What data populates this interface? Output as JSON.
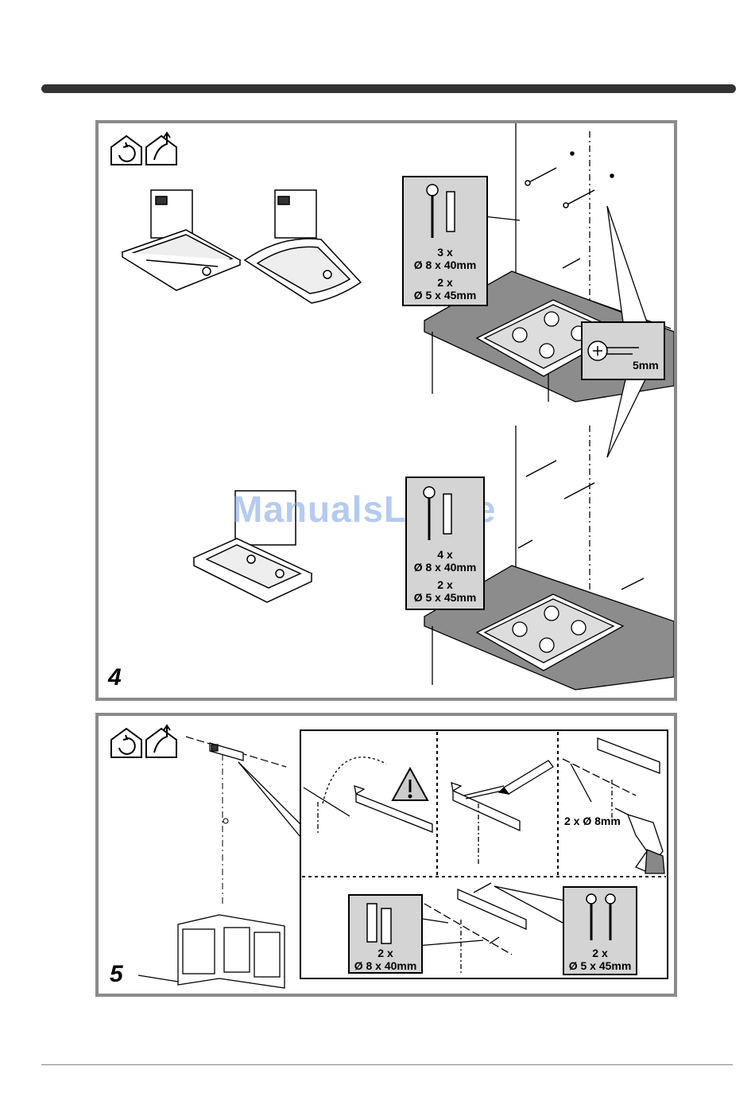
{
  "watermark": "ManualsLib.de",
  "step4": {
    "number": "4",
    "box_top": {
      "qty_a": "3 x",
      "size_a": "Ø 8 x 40mm",
      "qty_b": "2 x",
      "size_b": "Ø 5 x 45mm"
    },
    "box_bottom": {
      "qty_a": "4 x",
      "size_a": "Ø 8 x 40mm",
      "qty_b": "2 x",
      "size_b": "Ø 5 x 45mm"
    },
    "screw_gap": "5mm"
  },
  "step5": {
    "number": "5",
    "drill_label": "2 x Ø 8mm",
    "box_plugs": {
      "qty": "2 x",
      "size": "Ø 8 x 40mm"
    },
    "box_screws": {
      "qty": "2 x",
      "size": "Ø 5 x 45mm"
    }
  },
  "icons": [
    "recirculation-house-icon",
    "ducted-exhaust-house-icon",
    "warning-triangle-icon",
    "drill-icon",
    "pencil-icon"
  ]
}
